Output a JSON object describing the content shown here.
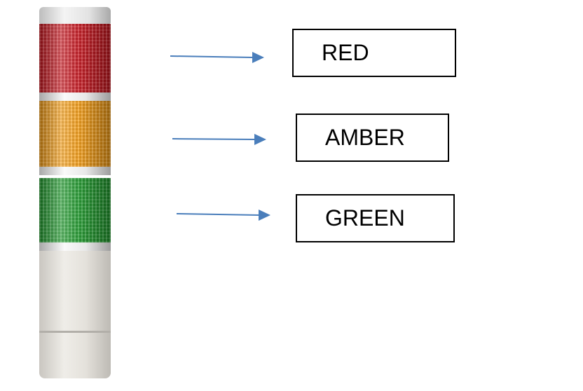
{
  "labels": [
    {
      "text": "RED",
      "lamp_color": "#c8141d"
    },
    {
      "text": "AMBER",
      "lamp_color": "#f59c12"
    },
    {
      "text": "GREEN",
      "lamp_color": "#1f9a2c"
    }
  ],
  "colors": {
    "arrow": "#4a7ebb",
    "box_border": "#000000",
    "tower_base": "#e4e1db"
  }
}
